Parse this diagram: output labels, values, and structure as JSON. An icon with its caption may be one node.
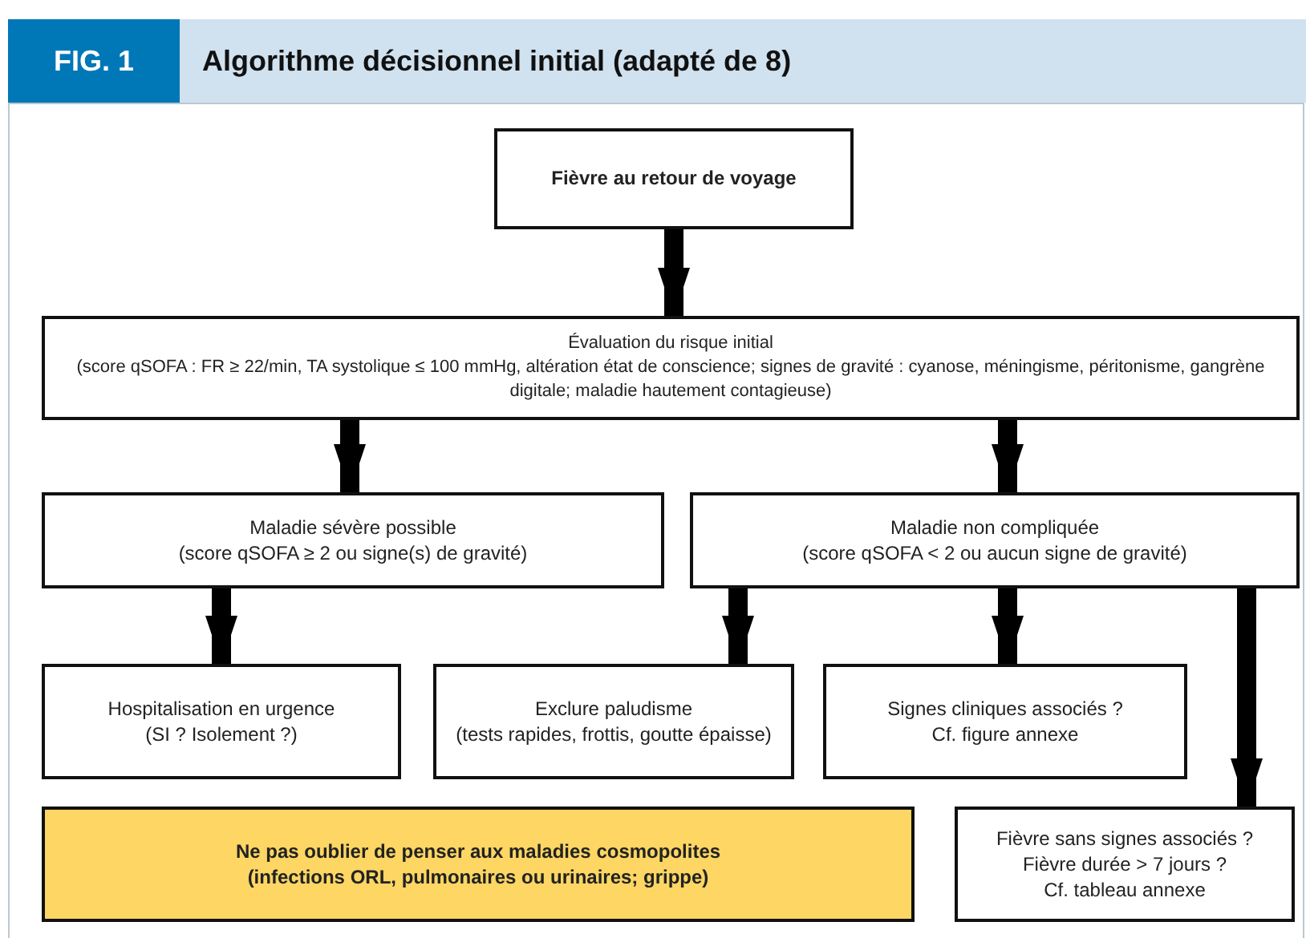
{
  "diagram": {
    "title": "Algorithme décisionnel initial (adapté de 8)",
    "nodes": [
      {
        "text": [
          "Fièvre au retour de voyage"
        ]
      },
      {
        "text": [
          "Évaluation du risque initial",
          "(score qSOFA : FR ≥ 22/min, TA systolique ≤ 100 mmHg, altération état de conscience; signes de gravité : cyanose, méningisme, péritonisme, gangrène digitale; maladie hautement contagieuse)"
        ]
      },
      {
        "text": [
          "Maladie sévère possible",
          "(score qSOFA ≥ 2 ou signe(s) de gravité)"
        ]
      },
      {
        "text": [
          "Maladie non compliquée",
          "(score qSOFA < 2 ou aucun signe de gravité)"
        ]
      },
      {
        "text": [
          "Hospitalisation en urgence",
          "(SI ? Isolement ?)"
        ]
      },
      {
        "text": [
          "Exclure paludisme",
          "(tests rapides, frottis, goutte épaisse)"
        ]
      },
      {
        "text": [
          "Signes cliniques associés ?",
          "Cf. figure annexe"
        ]
      },
      {
        "text": [
          "Ne pas oublier de penser aux maladies cosmopolites",
          "(infections ORL, pulmonaires ou urinaires; grippe)"
        ]
      },
      {
        "text": [
          "Fièvre sans signes associés ?",
          "Fièvre durée > 7 jours ?",
          "Cf. tableau annexe"
        ]
      }
    ],
    "edges": [
      {
        "from": 0,
        "to": 1,
        "arrow": "to"
      },
      {
        "from": 1,
        "to": 2,
        "arrow": "to"
      },
      {
        "from": 1,
        "to": 3,
        "arrow": "to"
      },
      {
        "from": 2,
        "to": 4,
        "arrow": "to"
      },
      {
        "from": 3,
        "to": 5,
        "arrow": "to"
      },
      {
        "from": 3,
        "to": 6,
        "arrow": "to"
      },
      {
        "from": 3,
        "to": 8,
        "arrow": "to"
      }
    ],
    "labels": [
      "FIG. 1"
    ]
  }
}
